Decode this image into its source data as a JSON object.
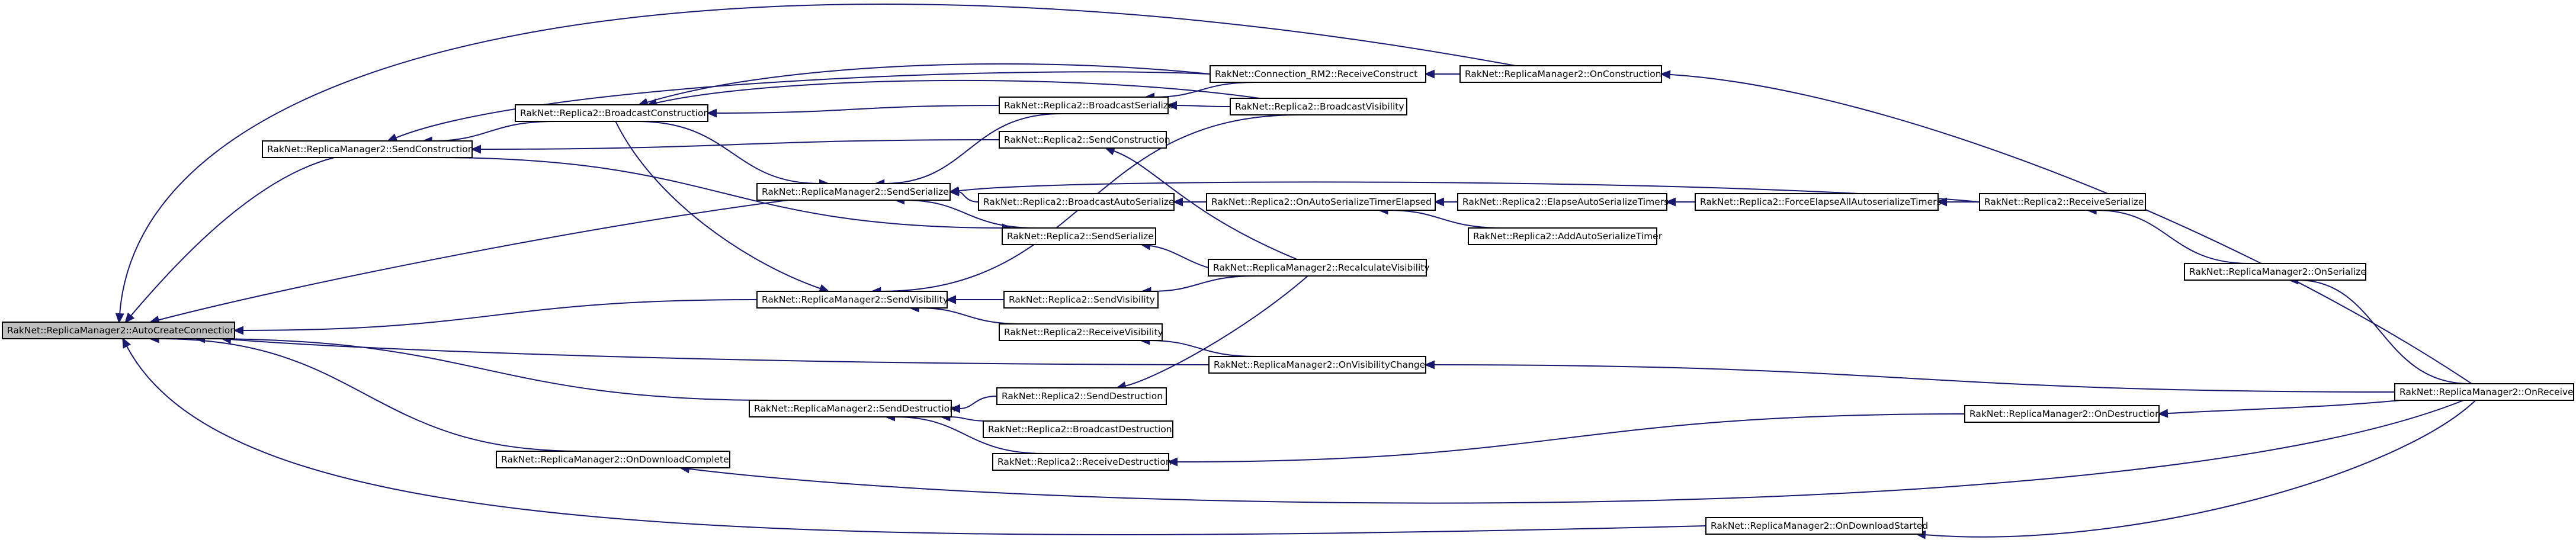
{
  "nodes": [
    {
      "id": "auto_create_connection",
      "label": "RakNet::ReplicaManager2::AutoCreateConnection",
      "root": true
    },
    {
      "id": "send_construction",
      "label": "RakNet::ReplicaManager2::SendConstruction"
    },
    {
      "id": "broadcast_construction",
      "label": "RakNet::Replica2::BroadcastConstruction"
    },
    {
      "id": "send_serialize",
      "label": "RakNet::ReplicaManager2::SendSerialize"
    },
    {
      "id": "send_visibility",
      "label": "RakNet::ReplicaManager2::SendVisibility"
    },
    {
      "id": "send_destruction",
      "label": "RakNet::ReplicaManager2::SendDestruction"
    },
    {
      "id": "on_download_complete",
      "label": "RakNet::ReplicaManager2::OnDownloadComplete"
    },
    {
      "id": "r2_broadcast_serialize",
      "label": "RakNet::Replica2::BroadcastSerialize"
    },
    {
      "id": "r2_send_construction",
      "label": "RakNet::Replica2::SendConstruction"
    },
    {
      "id": "r2_broadcast_auto_serialize",
      "label": "RakNet::Replica2::BroadcastAutoSerialize"
    },
    {
      "id": "r2_send_serialize",
      "label": "RakNet::Replica2::SendSerialize"
    },
    {
      "id": "r2_send_visibility",
      "label": "RakNet::Replica2::SendVisibility"
    },
    {
      "id": "r2_receive_visibility",
      "label": "RakNet::Replica2::ReceiveVisibility"
    },
    {
      "id": "r2_send_destruction",
      "label": "RakNet::Replica2::SendDestruction"
    },
    {
      "id": "r2_broadcast_destruction",
      "label": "RakNet::Replica2::BroadcastDestruction"
    },
    {
      "id": "r2_receive_destruction",
      "label": "RakNet::Replica2::ReceiveDestruction"
    },
    {
      "id": "conn_receive_construct",
      "label": "RakNet::Connection_RM2::ReceiveConstruct"
    },
    {
      "id": "r2_broadcast_visibility",
      "label": "RakNet::Replica2::BroadcastVisibility"
    },
    {
      "id": "r2_on_auto_serialize_timer_elapsed",
      "label": "RakNet::Replica2::OnAutoSerializeTimerElapsed"
    },
    {
      "id": "rm2_recalculate_visibility",
      "label": "RakNet::ReplicaManager2::RecalculateVisibility"
    },
    {
      "id": "rm2_on_visibility_change",
      "label": "RakNet::ReplicaManager2::OnVisibilityChange"
    },
    {
      "id": "rm2_on_construction",
      "label": "RakNet::ReplicaManager2::OnConstruction"
    },
    {
      "id": "r2_elapse_auto_serialize_timers",
      "label": "RakNet::Replica2::ElapseAutoSerializeTimers"
    },
    {
      "id": "r2_add_auto_serialize_timer",
      "label": "RakNet::Replica2::AddAutoSerializeTimer"
    },
    {
      "id": "r2_force_elapse_all",
      "label": "RakNet::Replica2::ForceElapseAllAutoserializeTimers"
    },
    {
      "id": "r2_receive_serialize",
      "label": "RakNet::Replica2::ReceiveSerialize"
    },
    {
      "id": "rm2_on_serialize",
      "label": "RakNet::ReplicaManager2::OnSerialize"
    },
    {
      "id": "rm2_on_destruction",
      "label": "RakNet::ReplicaManager2::OnDestruction"
    },
    {
      "id": "rm2_on_download_started",
      "label": "RakNet::ReplicaManager2::OnDownloadStarted"
    },
    {
      "id": "rm2_on_receive",
      "label": "RakNet::ReplicaManager2::OnReceive"
    }
  ],
  "edges": [
    {
      "from": "send_construction",
      "to": "auto_create_connection"
    },
    {
      "from": "send_serialize",
      "to": "auto_create_connection"
    },
    {
      "from": "send_visibility",
      "to": "auto_create_connection"
    },
    {
      "from": "send_destruction",
      "to": "auto_create_connection"
    },
    {
      "from": "on_download_complete",
      "to": "auto_create_connection"
    },
    {
      "from": "rm2_on_construction",
      "to": "auto_create_connection"
    },
    {
      "from": "rm2_on_visibility_change",
      "to": "auto_create_connection"
    },
    {
      "from": "rm2_on_download_started",
      "to": "auto_create_connection"
    },
    {
      "from": "broadcast_construction",
      "to": "send_construction"
    },
    {
      "from": "r2_send_construction",
      "to": "send_construction"
    },
    {
      "from": "conn_receive_construct",
      "to": "send_construction"
    },
    {
      "from": "r2_broadcast_serialize",
      "to": "broadcast_construction"
    },
    {
      "from": "r2_broadcast_visibility",
      "to": "broadcast_construction"
    },
    {
      "from": "conn_receive_construct",
      "to": "broadcast_construction"
    },
    {
      "from": "broadcast_construction",
      "to": "send_serialize"
    },
    {
      "from": "r2_broadcast_serialize",
      "to": "send_serialize"
    },
    {
      "from": "r2_broadcast_auto_serialize",
      "to": "send_serialize"
    },
    {
      "from": "r2_send_serialize",
      "to": "send_serialize"
    },
    {
      "from": "r2_receive_serialize",
      "to": "send_serialize"
    },
    {
      "from": "broadcast_construction",
      "to": "send_visibility"
    },
    {
      "from": "r2_send_visibility",
      "to": "send_visibility"
    },
    {
      "from": "r2_receive_visibility",
      "to": "send_visibility"
    },
    {
      "from": "r2_broadcast_visibility",
      "to": "send_visibility"
    },
    {
      "from": "r2_send_destruction",
      "to": "send_destruction"
    },
    {
      "from": "r2_broadcast_destruction",
      "to": "send_destruction"
    },
    {
      "from": "r2_receive_destruction",
      "to": "send_destruction"
    },
    {
      "from": "rm2_on_receive",
      "to": "on_download_complete"
    },
    {
      "from": "r2_broadcast_visibility",
      "to": "r2_broadcast_serialize"
    },
    {
      "from": "conn_receive_construct",
      "to": "r2_broadcast_serialize"
    },
    {
      "from": "rm2_recalculate_visibility",
      "to": "r2_send_construction"
    },
    {
      "from": "rm2_on_construction",
      "to": "conn_receive_construct"
    },
    {
      "from": "r2_on_auto_serialize_timer_elapsed",
      "to": "r2_broadcast_auto_serialize"
    },
    {
      "from": "rm2_recalculate_visibility",
      "to": "r2_send_serialize"
    },
    {
      "from": "send_construction",
      "to": "r2_send_serialize"
    },
    {
      "from": "rm2_recalculate_visibility",
      "to": "r2_send_visibility"
    },
    {
      "from": "rm2_on_visibility_change",
      "to": "r2_receive_visibility"
    },
    {
      "from": "rm2_recalculate_visibility",
      "to": "r2_send_destruction"
    },
    {
      "from": "rm2_on_destruction",
      "to": "r2_receive_destruction"
    },
    {
      "from": "r2_elapse_auto_serialize_timers",
      "to": "r2_on_auto_serialize_timer_elapsed"
    },
    {
      "from": "r2_add_auto_serialize_timer",
      "to": "r2_on_auto_serialize_timer_elapsed"
    },
    {
      "from": "r2_force_elapse_all",
      "to": "r2_elapse_auto_serialize_timers"
    },
    {
      "from": "r2_receive_serialize",
      "to": "r2_force_elapse_all"
    },
    {
      "from": "rm2_on_serialize",
      "to": "r2_receive_serialize"
    },
    {
      "from": "rm2_on_receive",
      "to": "rm2_on_serialize"
    },
    {
      "from": "rm2_on_receive",
      "to": "rm2_on_construction"
    },
    {
      "from": "rm2_on_receive",
      "to": "rm2_on_visibility_change"
    },
    {
      "from": "rm2_on_receive",
      "to": "rm2_on_destruction"
    },
    {
      "from": "rm2_on_receive",
      "to": "rm2_on_download_started"
    }
  ]
}
